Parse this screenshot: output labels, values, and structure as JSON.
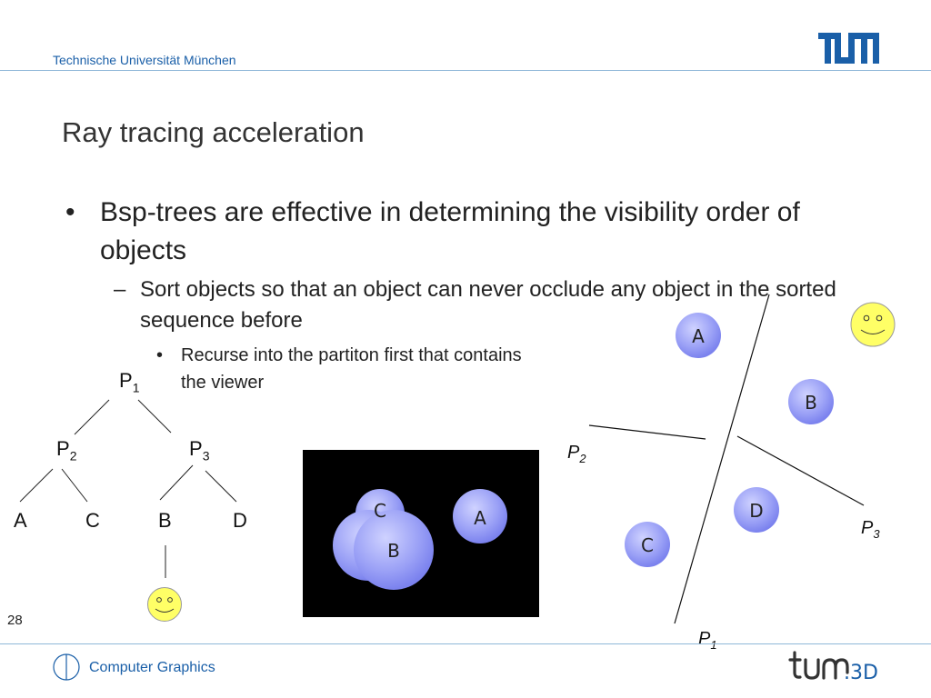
{
  "header": {
    "institution": "Technische Universität München",
    "logo_text": "TUM"
  },
  "slide": {
    "title": "Ray tracing acceleration",
    "bullet1": "Bsp-trees are effective in determining the visibility order of objects",
    "bullet2": "Sort objects so that an object can never occlude any object in the sorted sequence before",
    "bullet3": "Recurse into the partiton first that contains the viewer"
  },
  "tree": {
    "root": {
      "name": "P",
      "sub": "1"
    },
    "left": {
      "name": "P",
      "sub": "2"
    },
    "right": {
      "name": "P",
      "sub": "3"
    },
    "leaves": [
      "A",
      "C",
      "B",
      "D"
    ]
  },
  "render": {
    "labels": [
      "C",
      "A",
      "B"
    ]
  },
  "scene": {
    "objects": [
      "A",
      "B",
      "D",
      "C"
    ],
    "planes": [
      {
        "name": "P",
        "sub": "2"
      },
      {
        "name": "P",
        "sub": "3"
      },
      {
        "name": "P",
        "sub": "1"
      }
    ]
  },
  "footer": {
    "page_number": "28",
    "course": "Computer Graphics",
    "logo_text": "tum.3D"
  },
  "colors": {
    "tum_blue": "#1a5fa8",
    "sphere": "#8f95f4",
    "smiley": "#ffff66"
  }
}
